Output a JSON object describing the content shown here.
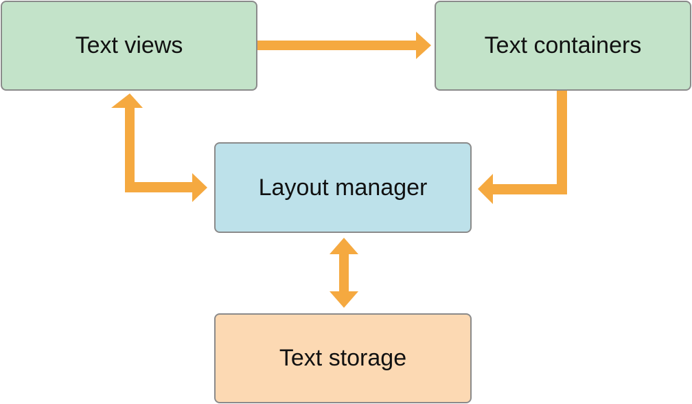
{
  "diagram": {
    "nodes": {
      "text_views": {
        "label": "Text views",
        "fill": "#c3e3c9"
      },
      "text_containers": {
        "label": "Text containers",
        "fill": "#c3e3c9"
      },
      "layout_manager": {
        "label": "Layout manager",
        "fill": "#bde1ea"
      },
      "text_storage": {
        "label": "Text storage",
        "fill": "#fcd9b3"
      }
    },
    "edges": [
      {
        "from": "Text views",
        "to": "Text containers",
        "direction": "one-way"
      },
      {
        "from": "Text containers",
        "to": "Layout manager",
        "direction": "one-way"
      },
      {
        "from": "Layout manager",
        "to": "Text views",
        "direction": "two-way"
      },
      {
        "from": "Layout manager",
        "to": "Text storage",
        "direction": "two-way"
      }
    ],
    "arrow_color": "#f5a940",
    "border_color": "#8a8a8a"
  }
}
